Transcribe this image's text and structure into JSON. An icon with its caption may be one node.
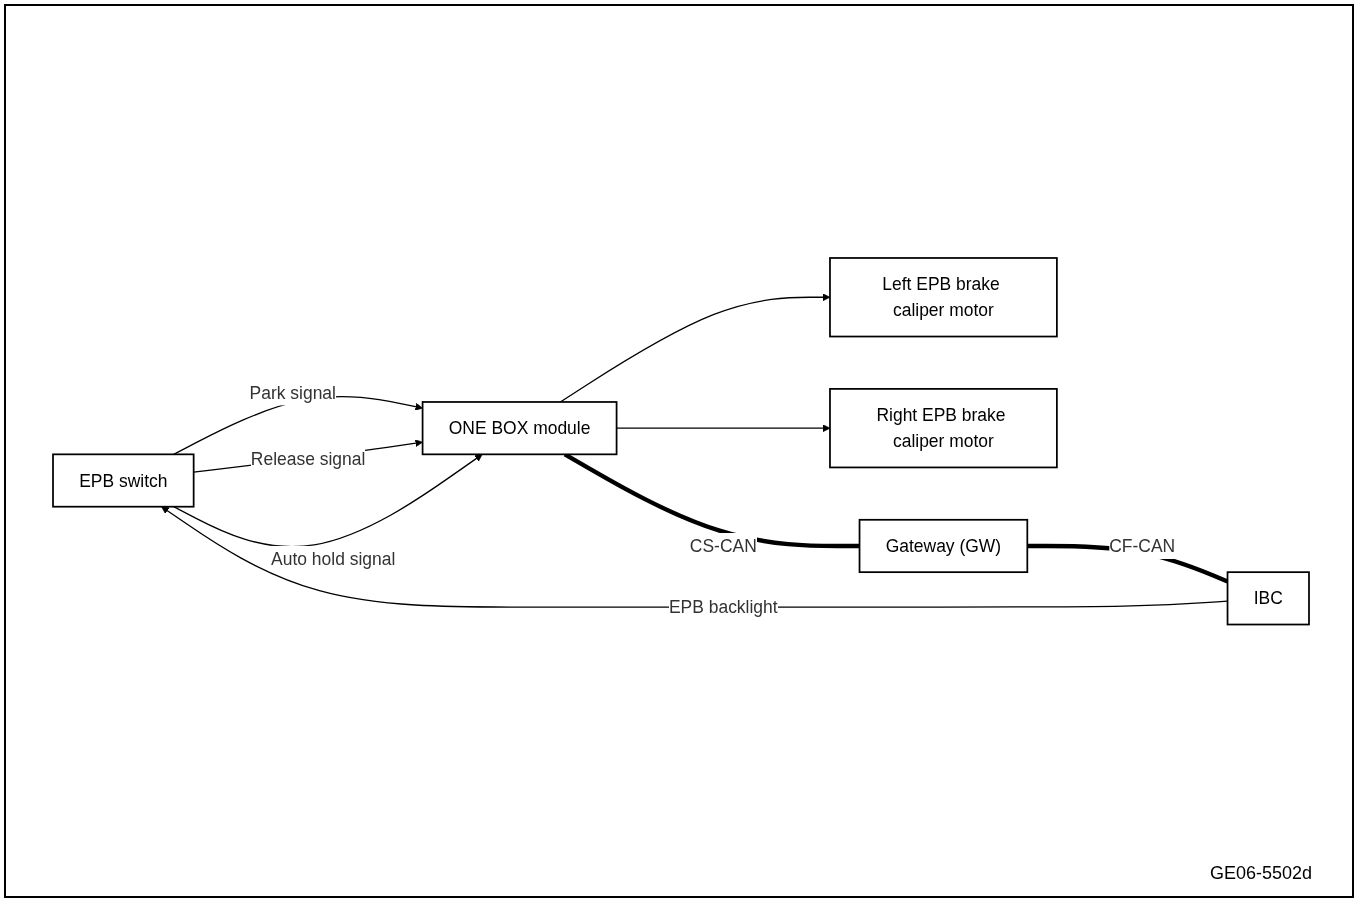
{
  "diagram": {
    "nodes": [
      {
        "text": [
          "EPB switch"
        ]
      },
      {
        "text": [
          "ONE BOX module"
        ]
      },
      {
        "text": [
          "Left EPB brake caliper motor"
        ]
      },
      {
        "text": [
          "Right EPB brake caliper motor"
        ]
      },
      {
        "text": [
          "Gateway (GW)"
        ]
      },
      {
        "text": [
          "IBC"
        ]
      }
    ],
    "edges": [
      {
        "from": 0,
        "to": 1,
        "arrow": "to",
        "label": "Park signal"
      },
      {
        "from": 0,
        "to": 1,
        "arrow": "to",
        "label": "Release signal"
      },
      {
        "from": 0,
        "to": 1,
        "arrow": "to",
        "label": "Auto hold signal"
      },
      {
        "from": 1,
        "to": 2,
        "arrow": "to"
      },
      {
        "from": 1,
        "to": 3,
        "arrow": "to"
      },
      {
        "from": 1,
        "to": 4,
        "arrow": "none",
        "label": "CS-CAN",
        "style": "thick"
      },
      {
        "from": 4,
        "to": 5,
        "arrow": "none",
        "label": "CF-CAN",
        "style": "thick"
      },
      {
        "from": 5,
        "to": 0,
        "arrow": "to",
        "label": "EPB backlight"
      }
    ],
    "labels": [
      "GE06-5502d"
    ]
  }
}
